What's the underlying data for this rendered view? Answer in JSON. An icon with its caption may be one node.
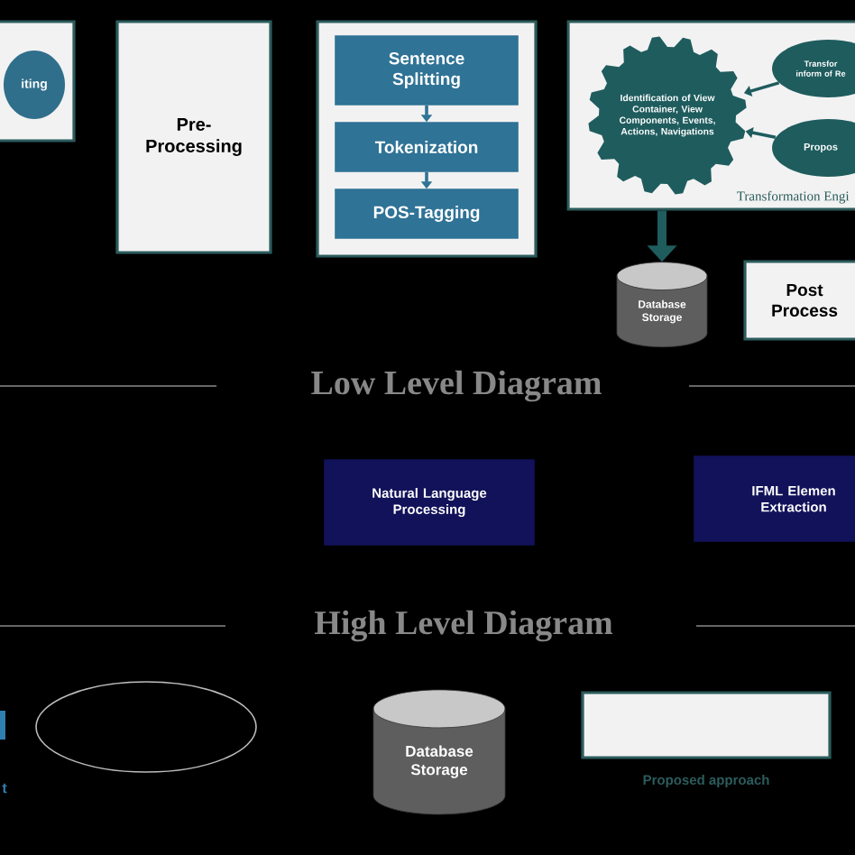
{
  "diagram": {
    "nodes": [
      {
        "text": [],
        "shape": "box"
      },
      {
        "text": [
          "iting"
        ],
        "in": 0
      },
      {
        "text": [
          "Pre-Processing"
        ]
      },
      {
        "text": [],
        "shape": "box"
      },
      {
        "text": [
          "Sentence Splitting"
        ],
        "in": 3
      },
      {
        "text": [
          "Tokenization"
        ],
        "in": 3
      },
      {
        "text": [
          "POS-Tagging"
        ],
        "in": 3
      },
      {
        "text": [
          "Transformation Engi"
        ]
      },
      {
        "text": [
          "Identification of View Container, View Components, Events, Actions, Navigations"
        ],
        "in": 7
      },
      {
        "text": [
          "Transfor inform of Re"
        ],
        "in": 7
      },
      {
        "text": [
          "Propos"
        ],
        "in": 7
      },
      {
        "text": [
          "Database Storage"
        ]
      },
      {
        "text": [
          "Post Process"
        ]
      },
      {
        "text": [
          "Natural Language Processing"
        ]
      },
      {
        "text": [
          "IFML Elemen Extraction"
        ]
      },
      {
        "text": [],
        "shape": "ellipse"
      },
      {
        "text": [
          "Database Storage"
        ]
      },
      {
        "text": [],
        "shape": "box",
        "beside": [
          "Proposed approach"
        ]
      }
    ],
    "edges": [
      {
        "from": 4,
        "to": 5,
        "arrow": "to",
        "color": "#2f7396"
      },
      {
        "from": 5,
        "to": 6,
        "arrow": "to",
        "color": "#2f7396"
      },
      {
        "from": 9,
        "to": 8,
        "arrow": "to"
      },
      {
        "from": 10,
        "to": 8,
        "arrow": "to"
      },
      {
        "from": 7,
        "to": 11,
        "arrow": "to",
        "style": "thick"
      }
    ],
    "labels": [
      "Low Level Diagram",
      "High Level Diagram",
      "t"
    ]
  }
}
